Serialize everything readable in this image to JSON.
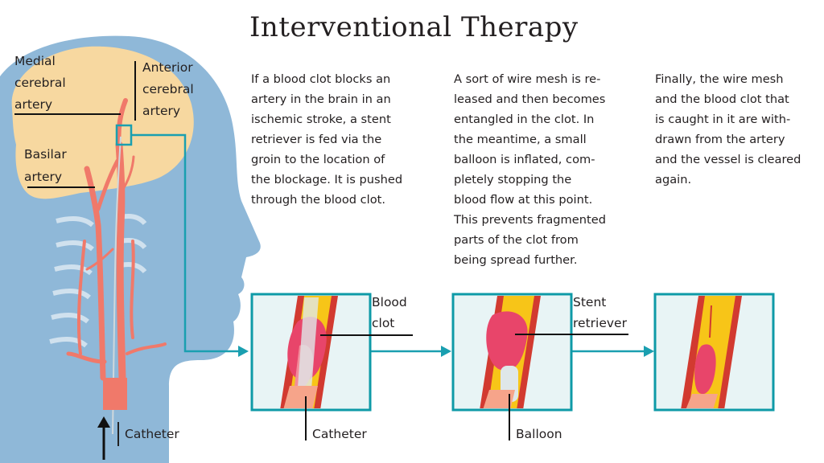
{
  "title": "Interventional Therapy",
  "steps": [
    {
      "lines": [
        "If a blood clot blocks an",
        "artery in the brain in an",
        "ischemic stroke, a stent",
        "retriever is fed via the",
        "groin to the location of",
        "the blockage. It is pushed",
        "through the blood clot."
      ]
    },
    {
      "lines": [
        "A sort of wire mesh is re-",
        "leased and then becomes",
        "entangled in the clot. In",
        "the meantime, a small",
        "balloon is inflated, com-",
        "pletely stopping the",
        "blood flow at this point.",
        "This prevents fragmented",
        "parts of the clot from",
        "being spread further."
      ]
    },
    {
      "lines": [
        "Finally, the wire mesh",
        "and the blood clot that",
        "is caught in it are with-",
        "drawn from the artery",
        "and the vessel is cleared",
        "again."
      ]
    }
  ],
  "head_labels": {
    "medial": [
      "Medial",
      "cerebral",
      "artery"
    ],
    "anterior": [
      "Anterior",
      "cerebral",
      "artery"
    ],
    "basilar": [
      "Basilar",
      "artery"
    ],
    "catheter": "Catheter"
  },
  "panel_labels": {
    "blood_clot": [
      "Blood",
      "clot"
    ],
    "catheter": "Catheter",
    "stent_retriever": [
      "Stent",
      "retriever"
    ],
    "balloon": "Balloon"
  },
  "colors": {
    "head_fill": "#8fb8d8",
    "brain_fill": "#f7d8a0",
    "artery": "#f0796a",
    "panel_border": "#0e9aa7",
    "connector": "#1a9fb0",
    "vessel_lumen": "#f7c518",
    "clot": "#e8456a"
  }
}
